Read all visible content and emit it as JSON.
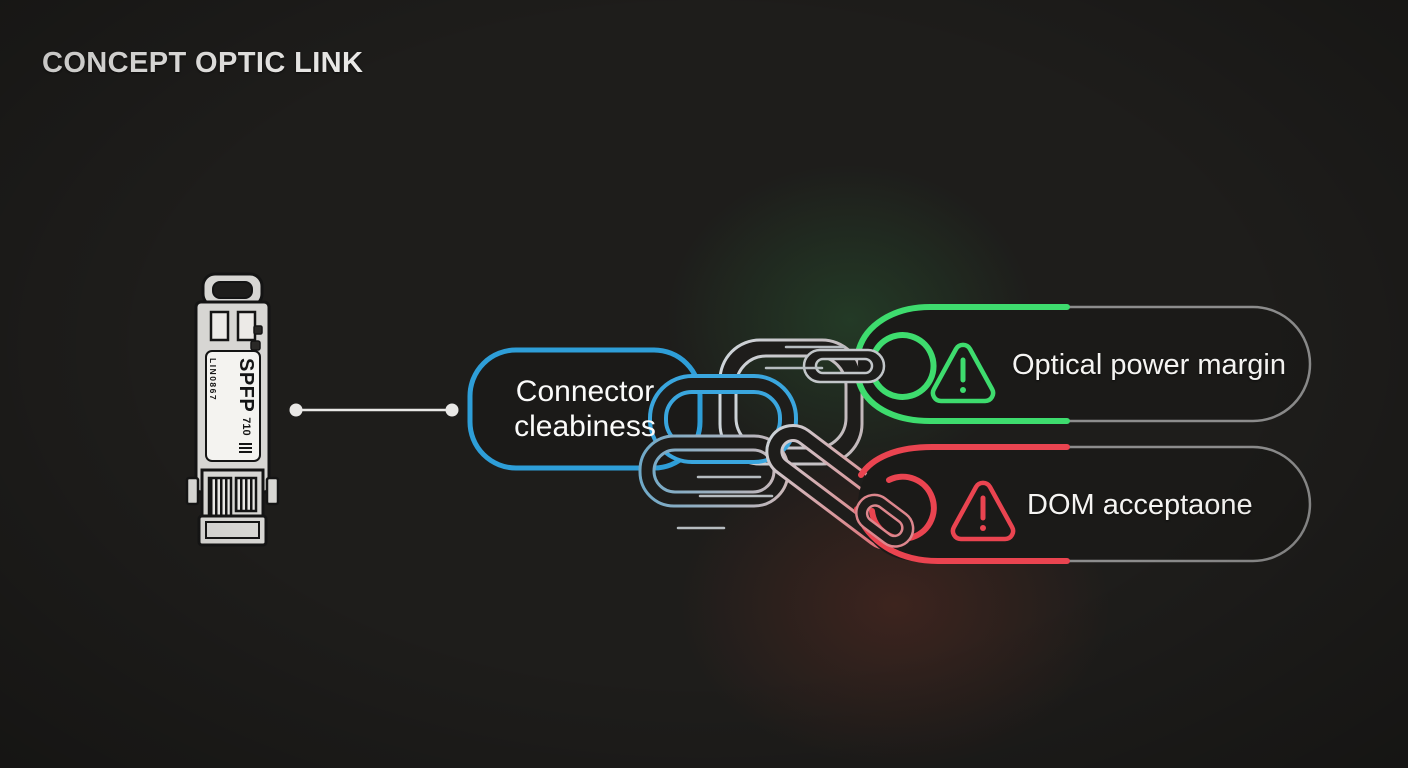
{
  "title": "CONCEPT OPTIC LINK",
  "sfp": {
    "brand": "SPFP",
    "model": "710",
    "serial": "LIN0867",
    "barcode_icon": "barcode"
  },
  "cause_node": {
    "line1": "Connector",
    "line2": "cleabiness",
    "accent_color": "#2e9ed8"
  },
  "outcome_nodes": [
    {
      "label": "Optical power margin",
      "accent_color": "#3edc6e",
      "icon": "warning-triangle-icon"
    },
    {
      "label": "DOM acceptaone",
      "accent_color": "#ea4450",
      "icon": "warning-triangle-icon"
    }
  ],
  "colors": {
    "background": "#1e1d1b",
    "accent_blue": "#2e9ed8",
    "accent_green": "#3edc6e",
    "accent_red": "#ea4450",
    "chain_gray": "#c6ccd1",
    "text": "#f3f2f0"
  }
}
